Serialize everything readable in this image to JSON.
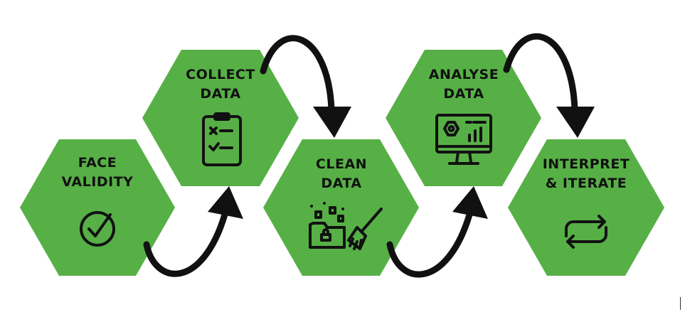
{
  "colors": {
    "hexagon": "#57b046",
    "ink": "#111111",
    "background": "#ffffff"
  },
  "steps": [
    {
      "line1": "FACE",
      "line2": "VALIDITY",
      "icon": "check-circle-icon"
    },
    {
      "line1": "COLLECT",
      "line2": "DATA",
      "icon": "clipboard-checklist-icon"
    },
    {
      "line1": "CLEAN",
      "line2": "DATA",
      "icon": "folder-broom-icon"
    },
    {
      "line1": "ANALYSE",
      "line2": "DATA",
      "icon": "monitor-dashboard-icon"
    },
    {
      "line1": "INTERPRET",
      "line2": "& ITERATE",
      "icon": "repeat-arrows-icon"
    }
  ],
  "connectors": [
    {
      "from": 0,
      "to": 1
    },
    {
      "from": 1,
      "to": 2
    },
    {
      "from": 2,
      "to": 3
    },
    {
      "from": 3,
      "to": 4
    }
  ]
}
